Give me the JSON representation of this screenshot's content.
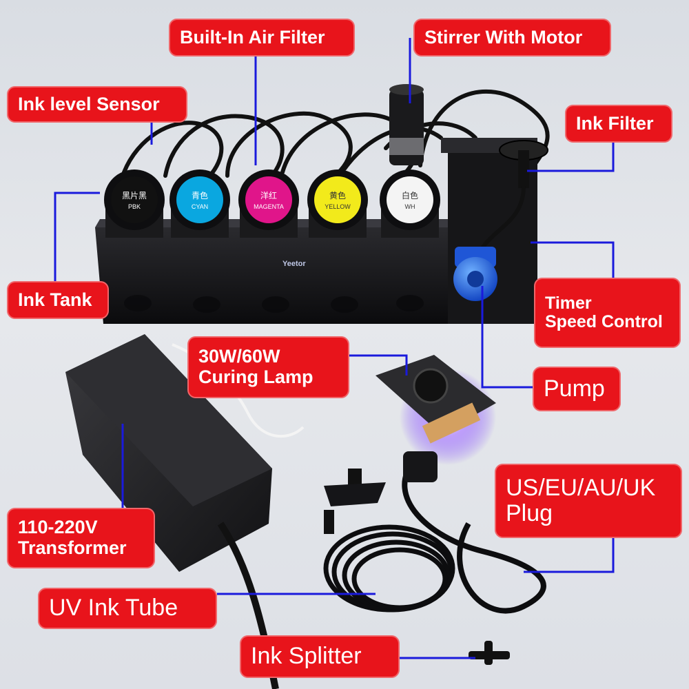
{
  "labels": {
    "ink_level_sensor": "Ink level Sensor",
    "built_in_air_filter": "Built-In Air Filter",
    "stirrer_with_motor": "Stirrer With Motor",
    "ink_filter": "Ink Filter",
    "ink_tank": "Ink Tank",
    "timer_speed_control": "Timer\nSpeed Control",
    "curing_lamp": "30W/60W\nCuring Lamp",
    "pump": "Pump",
    "plug": "US/EU/AU/UK\nPlug",
    "transformer": "110-220V\nTransformer",
    "uv_ink_tube": "UV Ink Tube",
    "ink_splitter": "Ink Splitter"
  },
  "bottles": [
    {
      "cn": "黑片黑",
      "en": "PBK",
      "color": "#111111",
      "text_color": "#ffffff"
    },
    {
      "cn": "青色",
      "en": "CYAN",
      "color": "#0aa7e0",
      "text_color": "#ffffff"
    },
    {
      "cn": "洋红",
      "en": "MAGENTA",
      "color": "#e0158a",
      "text_color": "#ffffff"
    },
    {
      "cn": "黄色",
      "en": "YELLOW",
      "color": "#f2ea1b",
      "text_color": "#333333"
    },
    {
      "cn": "白色",
      "en": "WH",
      "color": "#f4f4f4",
      "text_color": "#333333"
    }
  ],
  "brand": "Yeetor",
  "colors": {
    "callout": "#e8141b",
    "leader_line": "#1a1adc"
  }
}
